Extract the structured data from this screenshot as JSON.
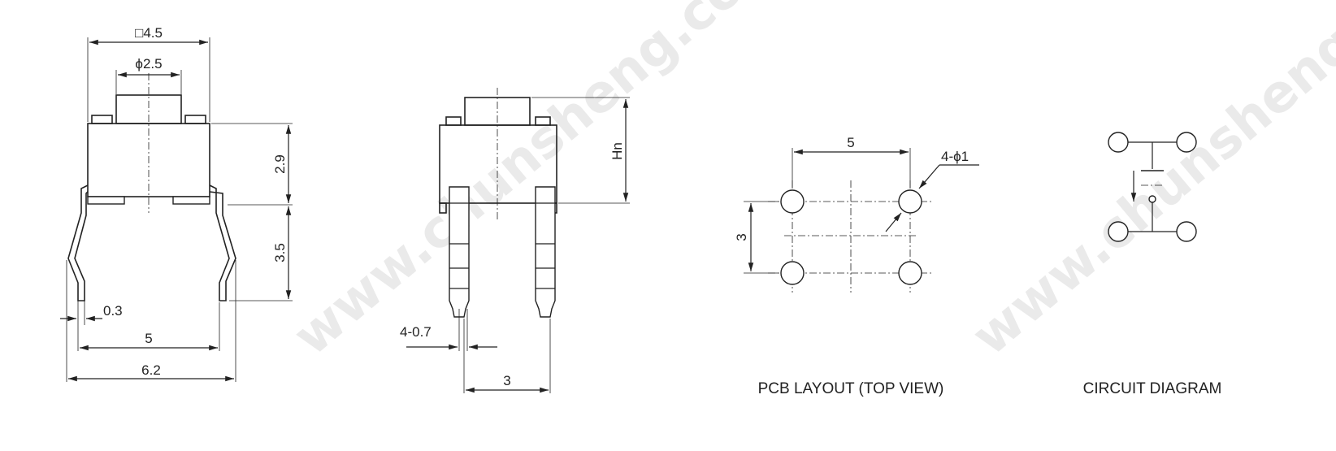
{
  "watermark": "www.chunsheng.com",
  "side_view": {
    "dim_width": "□4.5",
    "dim_button": "ϕ2.5",
    "dim_body_height": "2.9",
    "dim_lead_height": "3.5",
    "dim_lead_thickness": "0.3",
    "dim_pitch": "5",
    "dim_overall": "6.2"
  },
  "front_view": {
    "dim_height": "Hn",
    "dim_pin_width": "4-0.7",
    "dim_pin_pitch": "3"
  },
  "pcb_layout": {
    "dim_x": "5",
    "dim_y": "3",
    "dim_hole": "4-ϕ1",
    "caption": "PCB LAYOUT (TOP VIEW)"
  },
  "circuit": {
    "caption": "CIRCUIT DIAGRAM"
  }
}
